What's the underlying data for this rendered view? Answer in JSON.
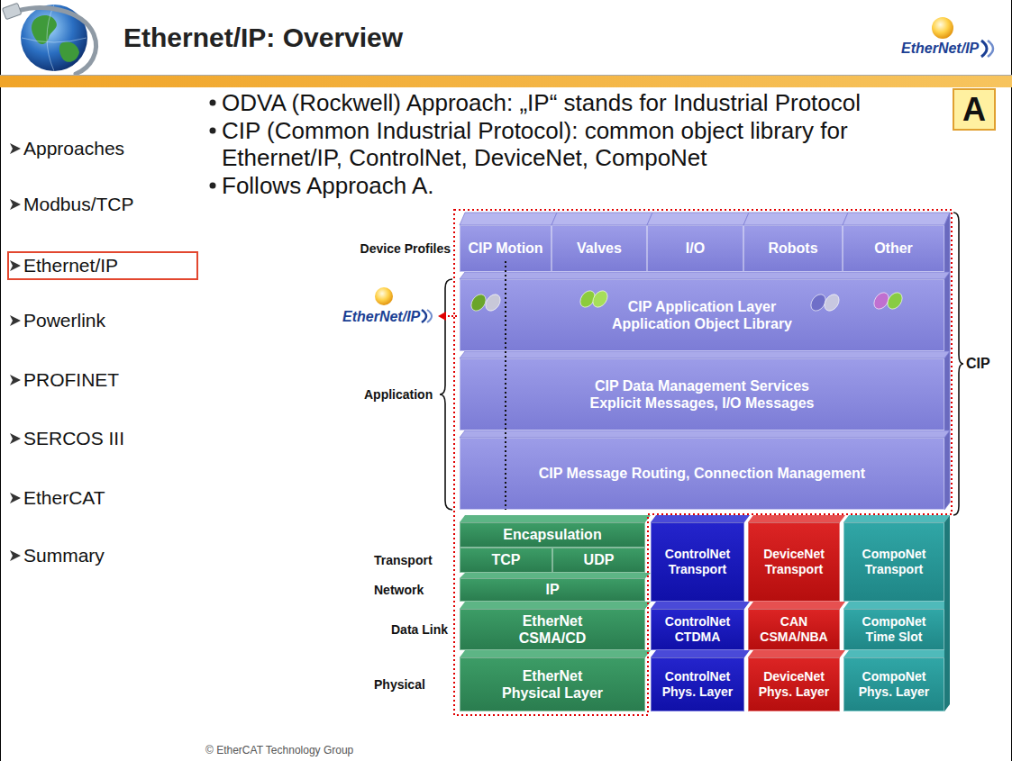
{
  "diagram": {
    "title": "Ethernet/IP: Overview",
    "nodes": [
      {
        "text": [
          "A"
        ]
      },
      {
        "text": [
          "Ethernet/IP"
        ]
      },
      {
        "text": [
          "CIP Motion"
        ]
      },
      {
        "text": [
          "Valves"
        ]
      },
      {
        "text": [
          "I/O"
        ]
      },
      {
        "text": [
          "Robots"
        ]
      },
      {
        "text": [
          "Other"
        ]
      },
      {
        "text": [
          "CIP Application Layer Application Object Library"
        ]
      },
      {
        "text": [
          "CIP Data Management Services Explicit Messages, I/O Messages"
        ]
      },
      {
        "text": [
          "CIP Message Routing, Connection Management"
        ]
      },
      {
        "text": [
          "Encapsulation"
        ]
      },
      {
        "text": [
          "TCP"
        ]
      },
      {
        "text": [
          "UDP"
        ]
      },
      {
        "text": [
          "IP"
        ]
      },
      {
        "text": [
          "EtherNet CSMA/CD"
        ]
      },
      {
        "text": [
          "EtherNet Physical Layer"
        ]
      },
      {
        "text": [
          "ControlNet Transport"
        ]
      },
      {
        "text": [
          "DeviceNet Transport"
        ]
      },
      {
        "text": [
          "CompoNet Transport"
        ]
      },
      {
        "text": [
          "ControlNet CTDMA"
        ]
      },
      {
        "text": [
          "CAN CSMA/NBA"
        ]
      },
      {
        "text": [
          "CompoNet Time Slot"
        ]
      },
      {
        "text": [
          "ControlNet Phys. Layer"
        ]
      },
      {
        "text": [
          "DeviceNet Phys. Layer"
        ]
      },
      {
        "text": [
          "CompoNet Phys. Layer"
        ]
      }
    ],
    "labels": [
      "EtherNet/IP",
      "Approaches",
      "Modbus/TCP",
      "Powerlink",
      "PROFINET",
      "SERCOS III",
      "EtherCAT",
      "Summary",
      "ODVA (Rockwell) Approach: „IP“ stands for Industrial Protocol",
      "CIP (Common Industrial Protocol): common object library for Ethernet/IP, ControlNet, DeviceNet, CompoNet",
      "Follows Approach A.",
      "Device Profiles",
      "EtherNet/IP",
      "Application",
      "CIP",
      "Transport",
      "Network",
      "Data Link",
      "Physical",
      "© EtherCAT Technology Group"
    ]
  }
}
